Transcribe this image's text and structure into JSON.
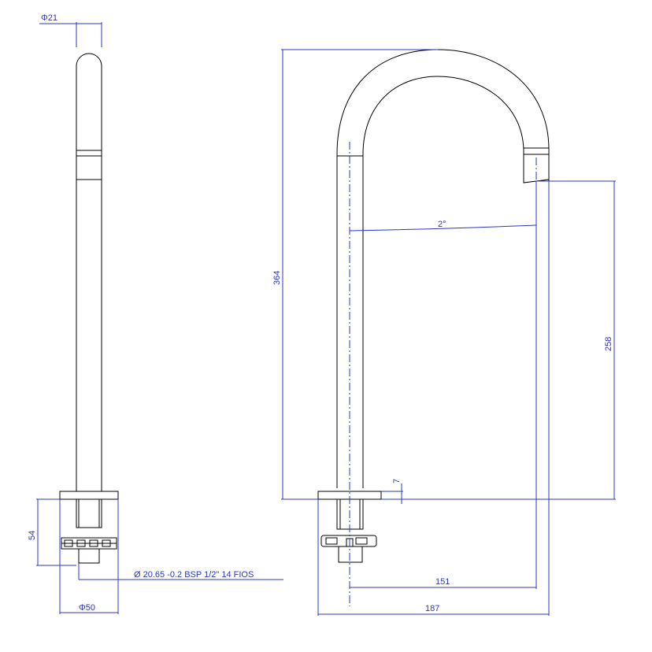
{
  "colors": {
    "outline": "#000000",
    "dimension": "#2a35c9",
    "background": "#ffffff"
  },
  "side_view": {
    "diameter_top_label": "Φ21",
    "height_label": "54",
    "thread_label": "Ø 20.65 -0.2 BSP 1/2\"  14 FIOS",
    "diameter_base_label": "Φ50"
  },
  "front_view": {
    "total_height_label": "364",
    "spout_height_label": "258",
    "angle_label": "2°",
    "reach_label": "151",
    "width_label": "187",
    "offset_label": "7"
  }
}
